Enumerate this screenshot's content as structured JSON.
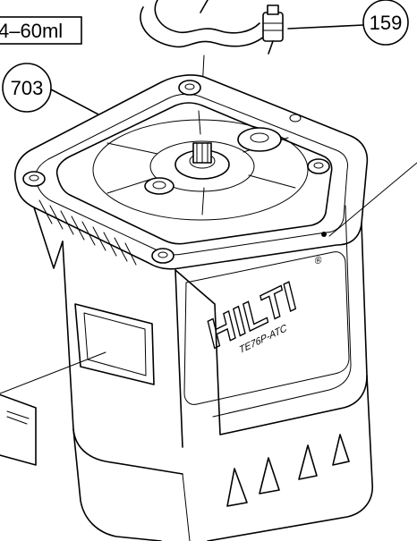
{
  "callouts": {
    "volume_label": "4–60ml",
    "part_159": "159",
    "part_703": "703"
  },
  "housing": {
    "brand": "HILTI",
    "model": "TE76P-ATC"
  },
  "colors": {
    "line": "#000000",
    "background": "#ffffff"
  }
}
